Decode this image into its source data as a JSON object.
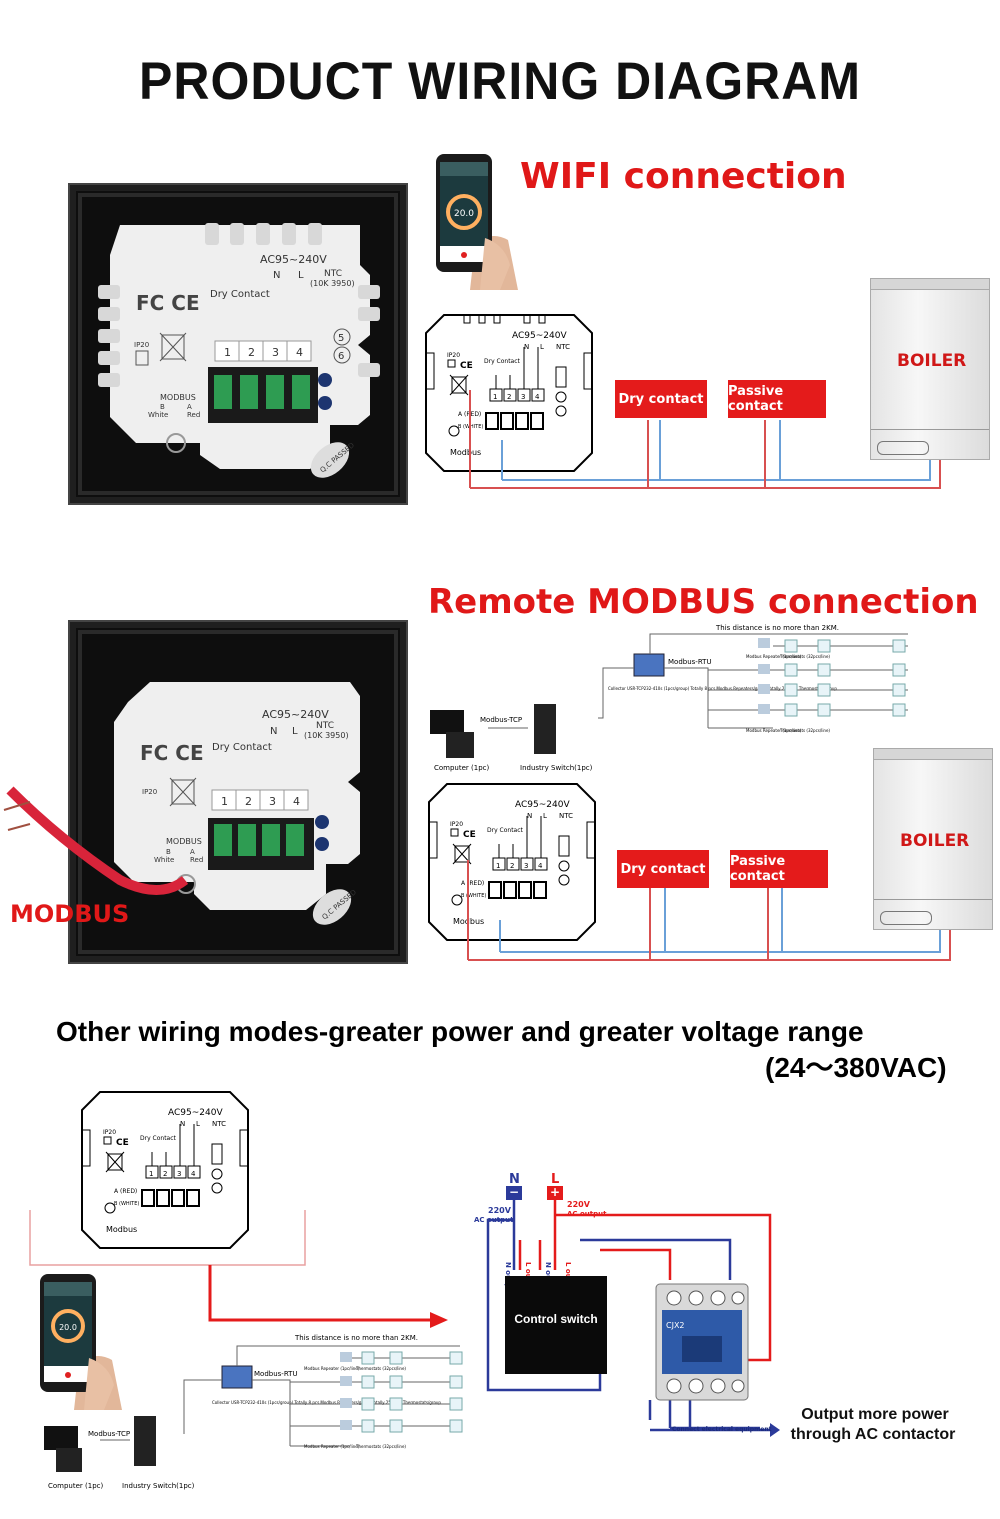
{
  "header": {
    "title": "PRODUCT WIRING DIAGRAM"
  },
  "section1": {
    "title": "WIFI connection",
    "dry_contact": "Dry  contact",
    "passive_contact": "Passive contact",
    "boiler": "BOILER"
  },
  "section2": {
    "title": "Remote MODBUS connection",
    "distance_note": "This distance is no more than 2KM.",
    "modbus_rtu": "Modbus-RTU",
    "modbus_tcp": "Modbus-TCP",
    "computer": "Computer (1pc)",
    "industry_switch": "Industry Switch(1pc)",
    "dry_contact": "Dry  contact",
    "passive_contact": "Passive contact",
    "boiler": "BOILER",
    "cable_label": "MODBUS"
  },
  "section3": {
    "title_line1": "Other wiring modes-greater power and greater voltage range",
    "title_line2": "(24～380VAC)",
    "n_label": "N",
    "l_label": "L",
    "v220_ac_output_left": "220V",
    "ac_output_left": "AC output",
    "v220_ac_output_right": "220V",
    "ac_output_right": "AC output",
    "n_output": "N output",
    "l_output": "L output",
    "control_switch": "Control switch",
    "connect_equipment": "Connect electrical equipment",
    "output_line1": "Output more power",
    "output_line2": "through AC contactor",
    "distance_note": "This distance is no more than 2KM.",
    "modbus_rtu": "Modbus-RTU",
    "modbus_tcp": "Modbus-TCP",
    "computer": "Computer (1pc)",
    "industry_switch": "Industry Switch(1pc)",
    "contactor_model": "CJX2"
  },
  "device": {
    "voltage": "AC95~240V",
    "n": "N",
    "l": "L",
    "ntc": "NTC",
    "ntc_spec": "(10K 3950)",
    "dry_contact": "Dry  Contact",
    "fc_ce": "FC CE",
    "ip20": "IP20",
    "modbus": "MODBUS",
    "b": "B",
    "a": "A",
    "white": "White",
    "red": "Red",
    "qc_passed": "Q.C PASSED",
    "terminals": [
      "1",
      "2",
      "3",
      "4"
    ],
    "terminal_5": "5",
    "terminal_6": "6"
  },
  "schematic": {
    "voltage": "AC95~240V",
    "n": "N",
    "l": "L",
    "ntc": "NTC",
    "ip20": "IP20",
    "ce": "CE",
    "dry_contact": "Dry Contact",
    "a_red": "A (RED)",
    "b_white": "B (WHITE)",
    "modbus": "Modbus",
    "terminals": [
      "1",
      "2",
      "3",
      "4"
    ]
  },
  "phone": {
    "temp": "20.0"
  },
  "network": {
    "repeater": "Modbus Repeater (1pc/line)",
    "thermostats": "Thermostats (32pcs/line)",
    "collector_note": "Collector USR-TCP232-410s (1pcs/group) Totally 8 pcs Modbus Repeaters/group Totally 256 pcs Thermostats/group"
  },
  "colors": {
    "accent_red": "#e41b1b",
    "wire_blue": "#6aa0d8",
    "wire_red": "#d85050"
  }
}
